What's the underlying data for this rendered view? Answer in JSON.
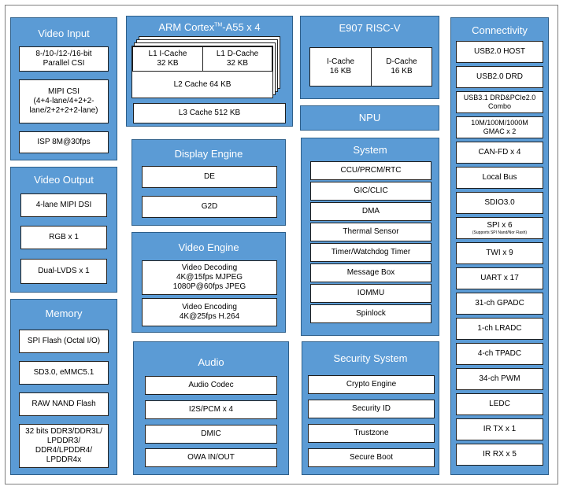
{
  "video_input": {
    "title": "Video Input",
    "items": [
      "8-/10-/12-/16-bit\nParallel CSI",
      "MIPI CSI\n(4+4-lane/4+2+2-\nlane/2+2+2+2-lane)",
      "ISP 8M@30fps"
    ]
  },
  "video_output": {
    "title": "Video Output",
    "items": [
      "4-lane MIPI DSI",
      "RGB x 1",
      "Dual-LVDS x 1"
    ]
  },
  "memory": {
    "title": "Memory",
    "items": [
      "SPI Flash (Octal I/O)",
      "SD3.0, eMMC5.1",
      "RAW NAND Flash",
      "32 bits DDR3/DDR3L/\nLPDDR3/\nDDR4/LPDDR4/\nLPDDR4x"
    ]
  },
  "cpu": {
    "title_prefix": "ARM Cortex",
    "title_sup": "TM",
    "title_suffix": "-A55 x 4",
    "l1_icache": "L1 I-Cache\n32 KB",
    "l1_dcache": "L1 D-Cache\n32 KB",
    "l2_cache": "L2 Cache 64 KB",
    "l3_cache": "L3 Cache 512 KB"
  },
  "riscv": {
    "title": "E907 RISC-V",
    "icache": "I-Cache\n16 KB",
    "dcache": "D-Cache\n16 KB"
  },
  "npu": {
    "title": "NPU"
  },
  "display_engine": {
    "title": "Display Engine",
    "items": [
      "DE",
      "G2D"
    ]
  },
  "video_engine": {
    "title": "Video Engine",
    "items": [
      "Video Decoding\n4K@15fps MJPEG\n1080P@60fps JPEG",
      "Video Encoding\n4K@25fps  H.264"
    ]
  },
  "system": {
    "title": "System",
    "items": [
      "CCU/PRCM/RTC",
      "GIC/CLIC",
      "DMA",
      "Thermal Sensor",
      "Timer/Watchdog Timer",
      "Message Box",
      "IOMMU",
      "Spinlock"
    ]
  },
  "audio": {
    "title": "Audio",
    "items": [
      "Audio Codec",
      "I2S/PCM x 4",
      "DMIC",
      "OWA IN/OUT"
    ]
  },
  "security": {
    "title": "Security System",
    "items": [
      "Crypto Engine",
      "Security ID",
      "Trustzone",
      "Secure Boot"
    ]
  },
  "connectivity": {
    "title": "Connectivity",
    "items": [
      "USB2.0 HOST",
      "USB2.0 DRD",
      "USB3.1 DRD&PCIe2.0\nCombo",
      "10M/100M/1000M\nGMAC x 2",
      "CAN-FD x 4",
      "Local Bus",
      "SDIO3.0",
      "SPI x 6",
      "TWI x 9",
      "UART x 17",
      "31-ch GPADC",
      "1-ch LRADC",
      "4-ch TPADC",
      "34-ch PWM",
      "LEDC",
      "IR TX x 1",
      "IR RX x 5"
    ],
    "spi_note": "(Supports SPI Nand/Nor Flash)"
  }
}
